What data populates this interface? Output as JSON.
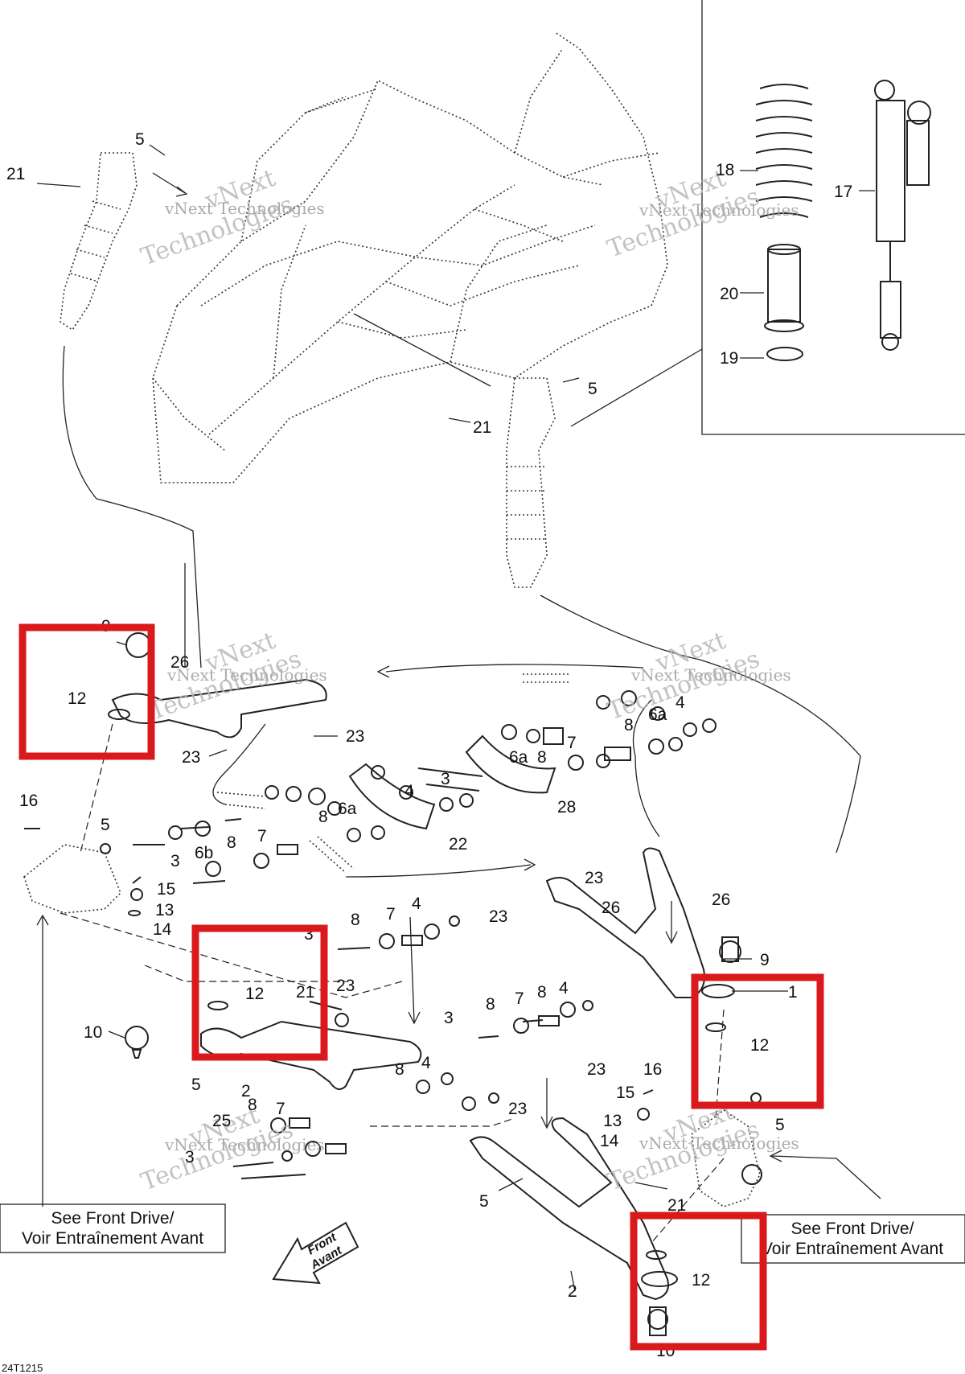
{
  "drawing_code": "24T1215",
  "watermark": {
    "line1": "vNext",
    "line2": "Technologies",
    "small": "vNext Technologies"
  },
  "direction_arrow": {
    "line1": "Front",
    "line2": "Avant"
  },
  "references": {
    "left": {
      "line1": "See Front Drive/",
      "line2": "Voir Entraînement Avant"
    },
    "right": {
      "line1": "See Front Drive/",
      "line2": "Voir Entraînement Avant"
    }
  },
  "callouts": {
    "c21a": "21",
    "c5a": "5",
    "c18": "18",
    "c17": "17",
    "c20": "20",
    "c19": "19",
    "c5b": "5",
    "c21b": "21",
    "c9a": "9",
    "c26a": "26",
    "c12a": "12",
    "c23a": "23",
    "c23b": "23",
    "c6a1": "6a",
    "c4a": "4",
    "c8a": "8",
    "c7a": "7",
    "c6a2": "6a",
    "c3a": "3",
    "c28": "28",
    "c4b": "4",
    "c6a3": "6a",
    "c8b": "8",
    "c22": "22",
    "c16a": "16",
    "c5c": "5",
    "c7b": "7",
    "c8c": "8",
    "c6b": "6b",
    "c3b": "3",
    "c15a": "15",
    "c13a": "13",
    "c14a": "14",
    "c23c": "23",
    "c26b": "26",
    "c26c": "26",
    "c23d": "23",
    "c8d": "8",
    "c7c": "7",
    "c8e": "8",
    "c4c": "4",
    "c3c": "3",
    "c9b": "9",
    "c1": "1",
    "c12b": "12",
    "c21c": "21",
    "c23e": "23",
    "c12c": "12",
    "c10a": "10",
    "c5d": "5",
    "c2a": "2",
    "c8f": "8",
    "c7d": "7",
    "c8g": "8",
    "c4d": "4",
    "c3d": "3",
    "c23f": "23",
    "c16b": "16",
    "c15b": "15",
    "c13b": "13",
    "c14b": "14",
    "c5e": "5",
    "c8h": "8",
    "c4e": "4",
    "c23g": "23",
    "c8i": "8",
    "c7e": "7",
    "c25": "25",
    "c3e": "3",
    "c21d": "21",
    "c5f": "5",
    "c2b": "2",
    "c12d": "12",
    "c10b": "10"
  },
  "highlight_color": "#d9191c"
}
